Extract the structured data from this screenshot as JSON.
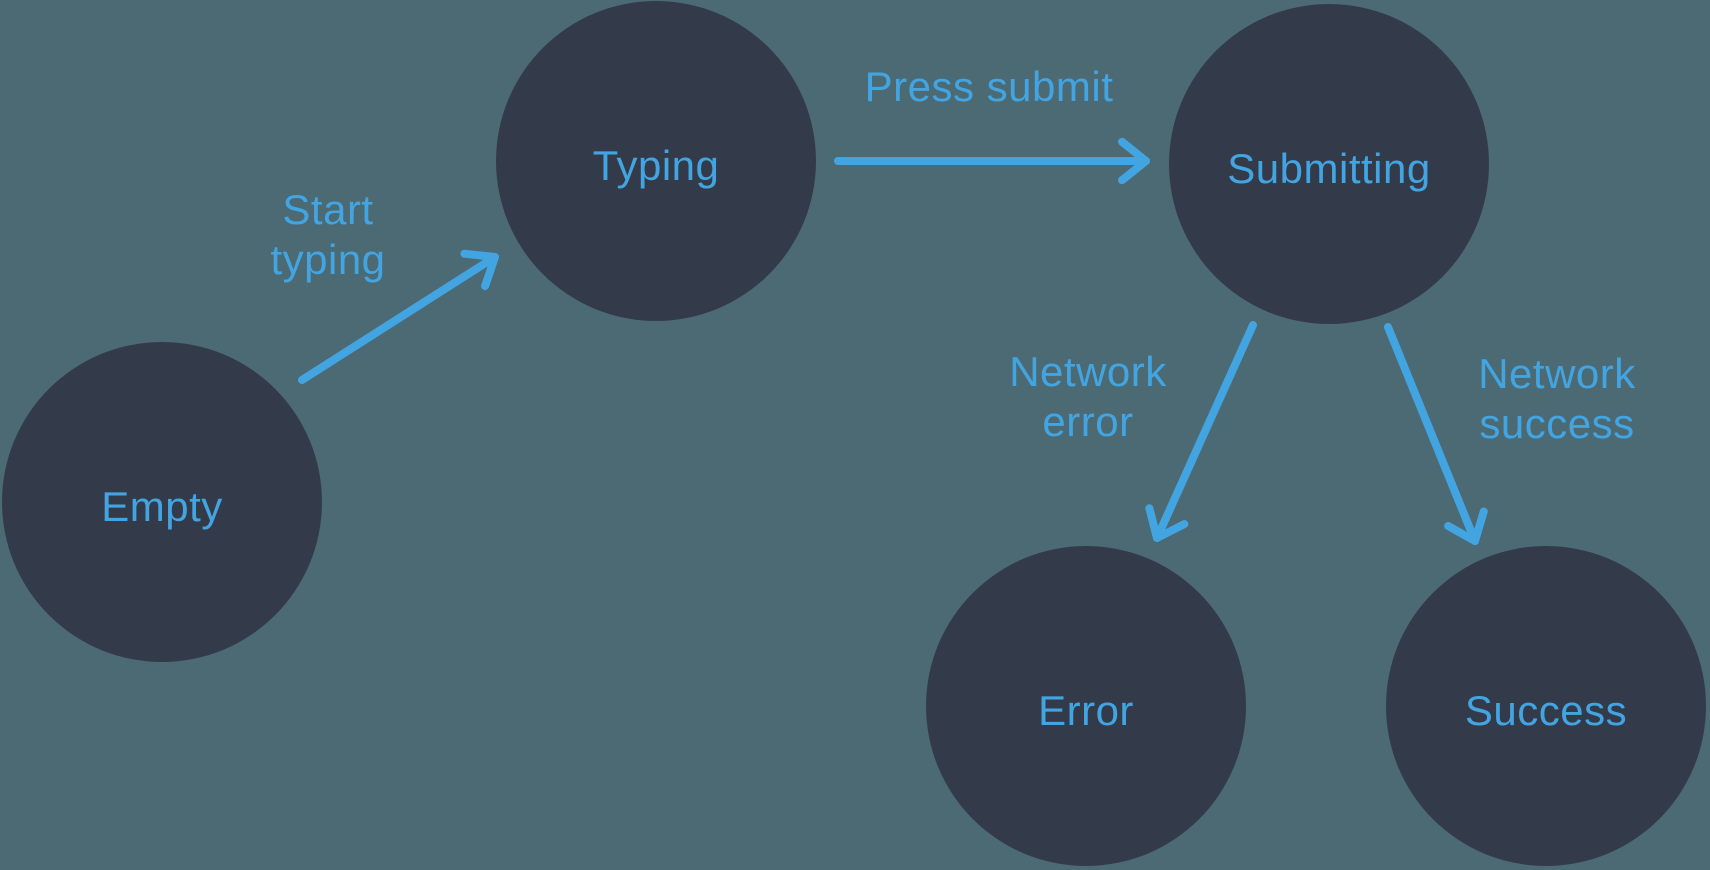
{
  "colors": {
    "background": "#4C6A74",
    "node_fill": "#333B4A",
    "accent": "#42A5E2"
  },
  "diagram": {
    "type": "state-machine",
    "states": [
      {
        "id": "empty",
        "label": "Empty"
      },
      {
        "id": "typing",
        "label": "Typing"
      },
      {
        "id": "submitting",
        "label": "Submitting"
      },
      {
        "id": "error",
        "label": "Error"
      },
      {
        "id": "success",
        "label": "Success"
      }
    ],
    "transitions": [
      {
        "id": "start-typing",
        "label": "Start\ntyping",
        "from": "Empty",
        "to": "Typing"
      },
      {
        "id": "press-submit",
        "label": "Press submit",
        "from": "Typing",
        "to": "Submitting"
      },
      {
        "id": "network-error",
        "label": "Network\nerror",
        "from": "Submitting",
        "to": "Error"
      },
      {
        "id": "network-success",
        "label": "Network\nsuccess",
        "from": "Submitting",
        "to": "Success"
      }
    ]
  }
}
